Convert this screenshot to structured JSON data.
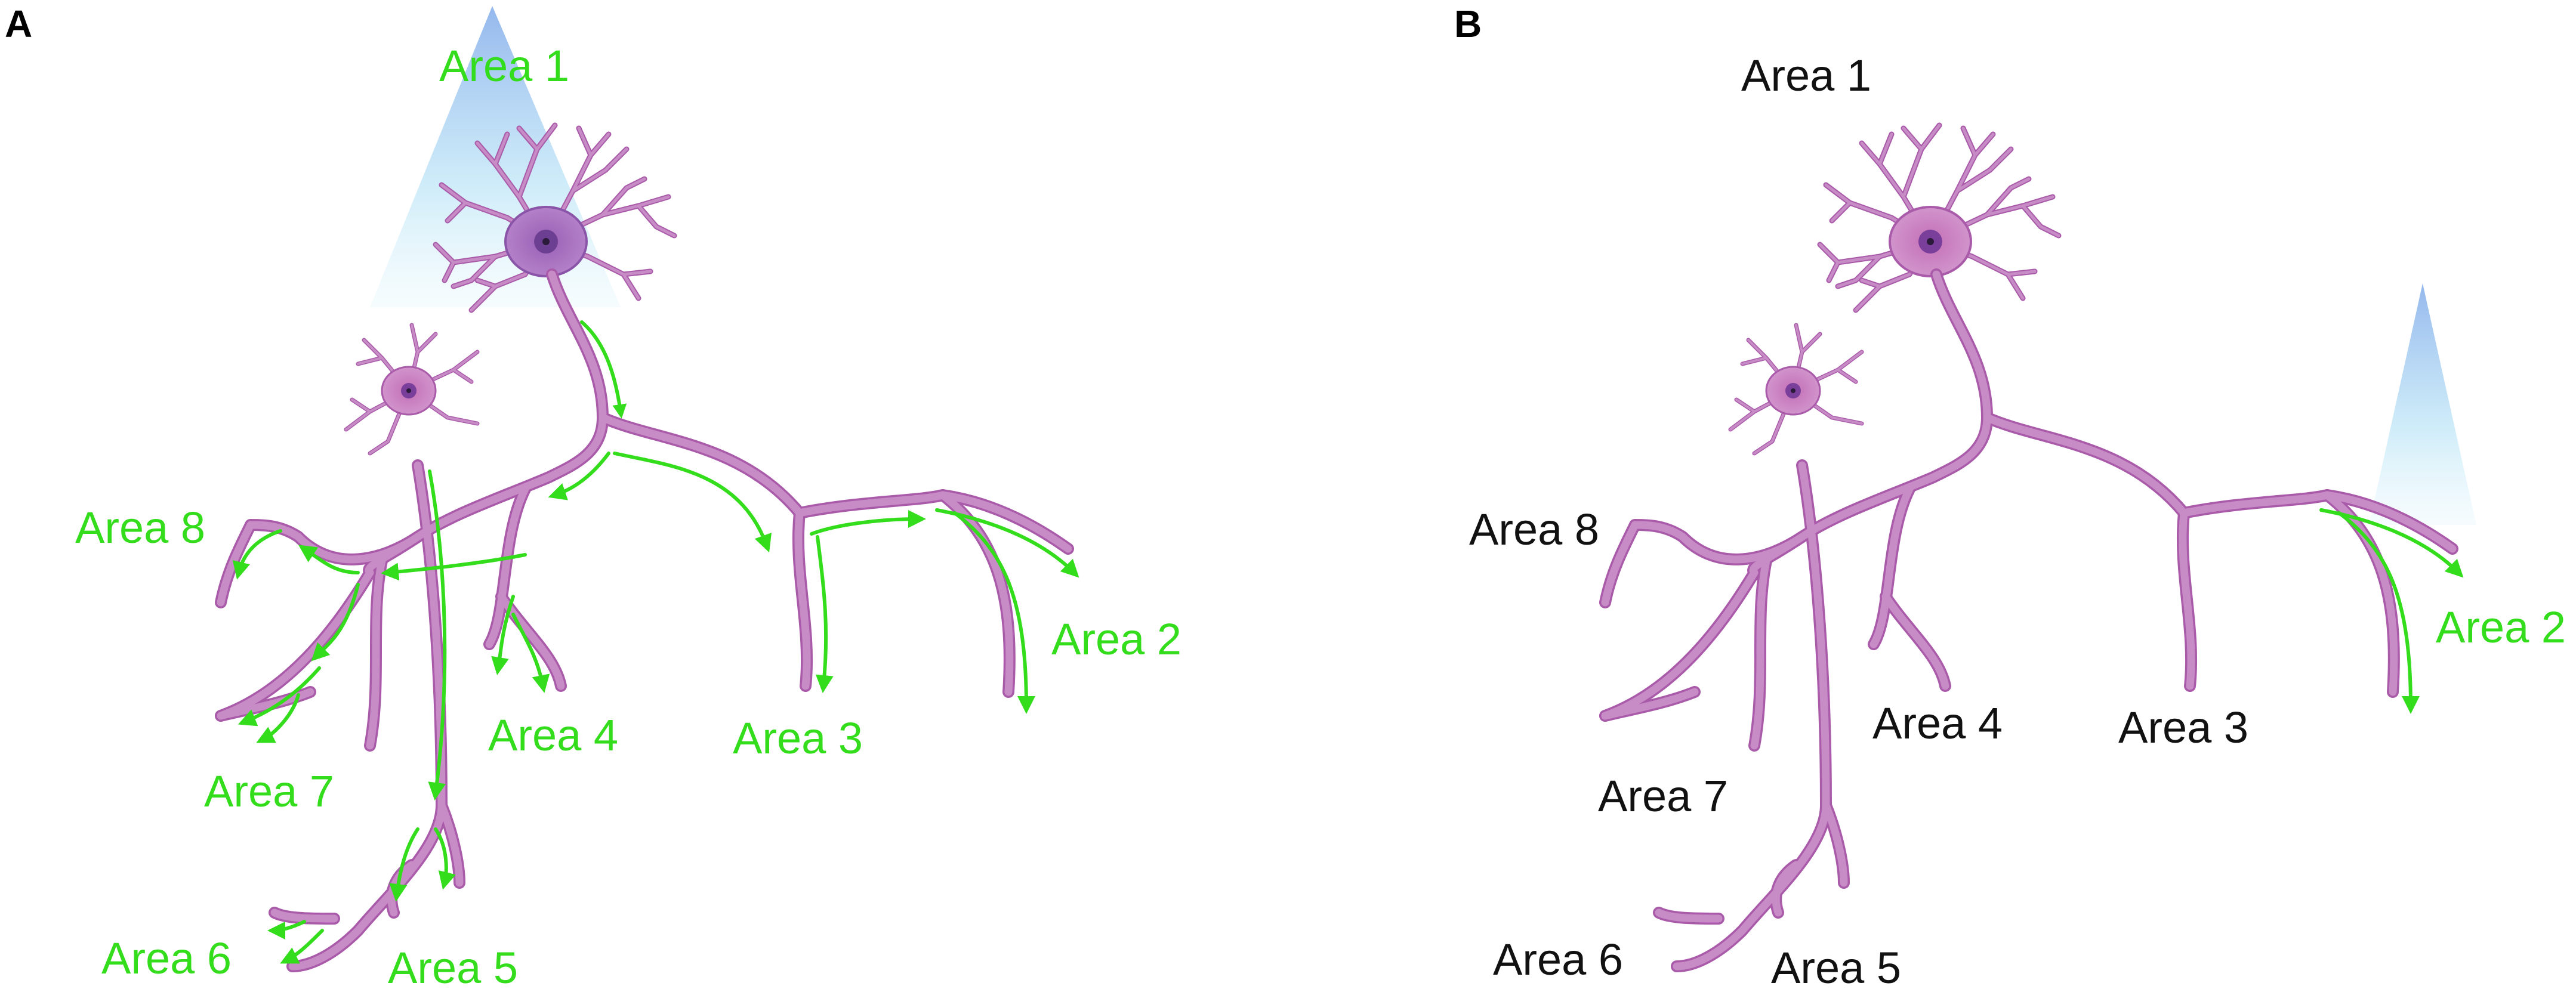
{
  "colors": {
    "highlight_green": "#33dd1c",
    "label_black": "#111111",
    "neuron_fill": "#c78bc6",
    "neuron_edge": "#a95aa9",
    "soma": "#c36fb6",
    "nucleus": "#7a3f9a",
    "light_cone": "#9fc4ee"
  },
  "panels": {
    "A": {
      "letter": "A",
      "labels": {
        "area1": "Area 1",
        "area2": "Area 2",
        "area3": "Area 3",
        "area4": "Area 4",
        "area5": "Area 5",
        "area6": "Area 6",
        "area7": "Area 7",
        "area8": "Area 8"
      }
    },
    "B": {
      "letter": "B",
      "labels": {
        "area1": "Area 1",
        "area2": "Area 2",
        "area3": "Area 3",
        "area4": "Area 4",
        "area5": "Area 5",
        "area6": "Area 6",
        "area7": "Area 7",
        "area8": "Area 8"
      }
    }
  }
}
